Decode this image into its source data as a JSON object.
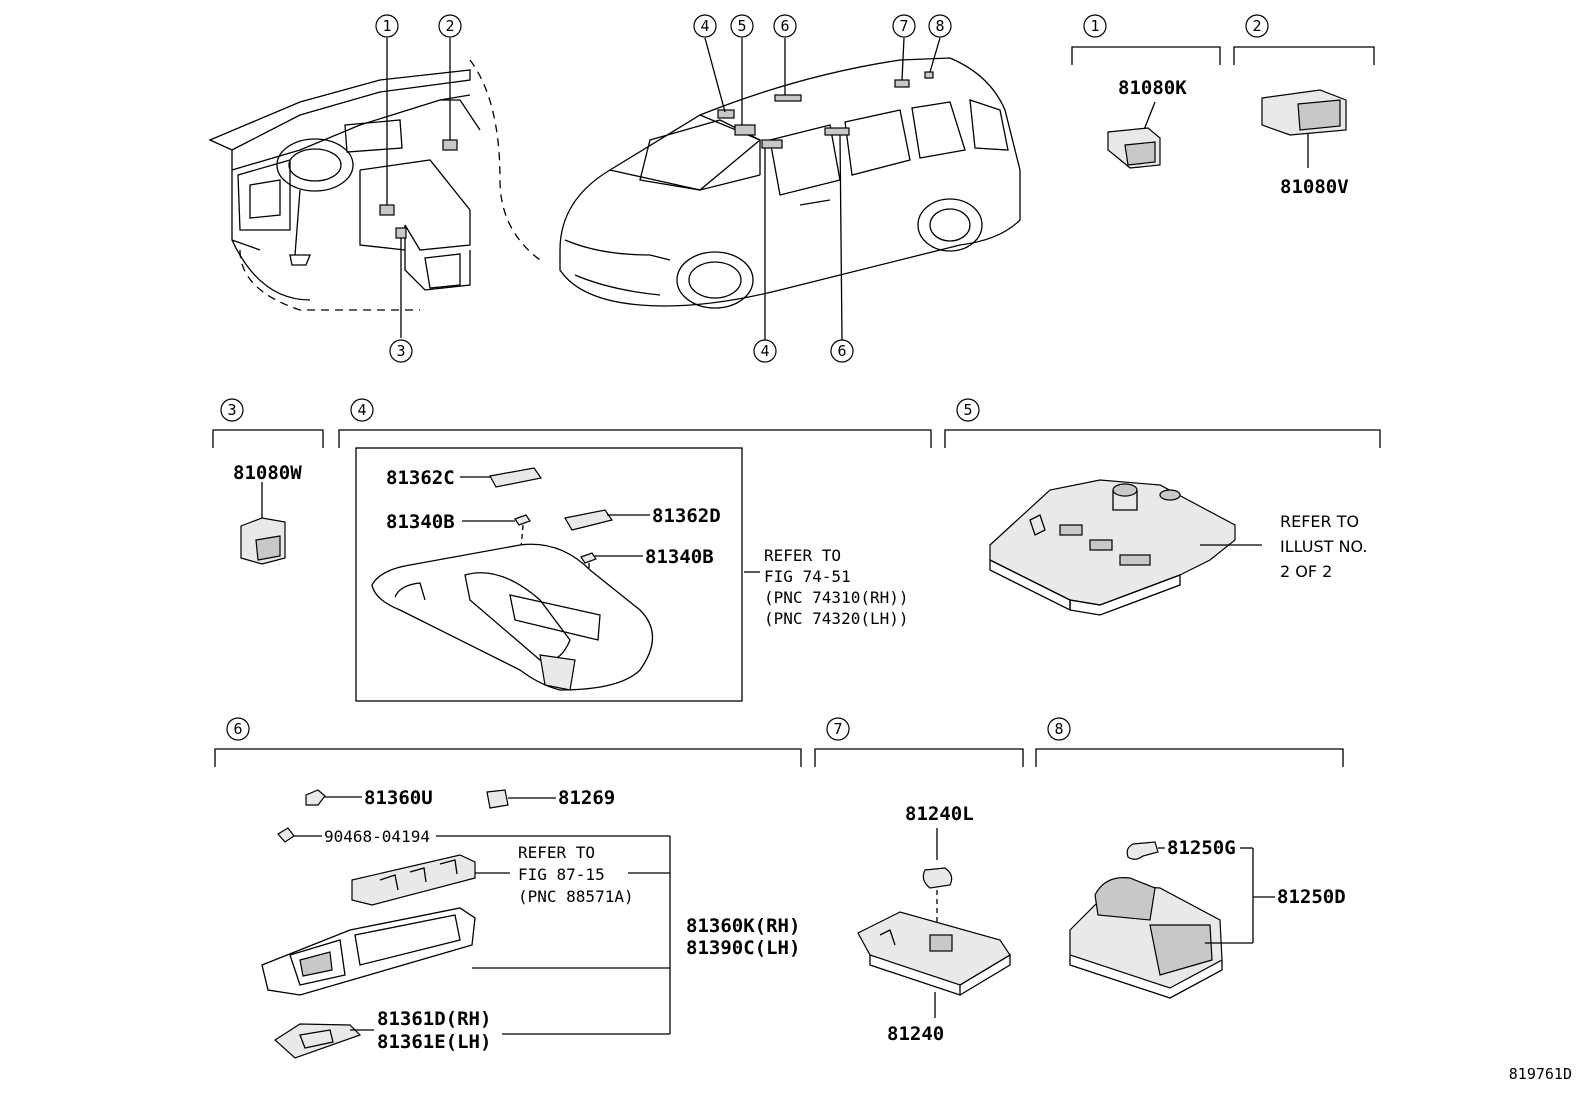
{
  "diagram_id": "819761D",
  "top_callouts": {
    "dash": [
      "1",
      "2",
      "3"
    ],
    "van_top": [
      "4",
      "5",
      "6",
      "7",
      "8"
    ],
    "van_bottom": [
      "4",
      "6"
    ]
  },
  "sections": {
    "s1": {
      "num": "1",
      "parts": [
        "81080K"
      ]
    },
    "s2": {
      "num": "2",
      "parts": [
        "81080V"
      ]
    },
    "s3": {
      "num": "3",
      "parts": [
        "81080W"
      ]
    },
    "s4": {
      "num": "4",
      "parts": [
        "81362C",
        "81340B",
        "81362D",
        "81340B"
      ],
      "refer": [
        "REFER TO",
        "FIG 74-51",
        "(PNC 74310(RH))",
        "(PNC 74320(LH))"
      ]
    },
    "s5": {
      "num": "5",
      "refer": [
        "REFER TO",
        "ILLUST NO.",
        "2 OF 2"
      ]
    },
    "s6": {
      "num": "6",
      "parts": [
        "81360U",
        "81269",
        "90468-04194",
        "81360K(RH)",
        "81390C(LH)",
        "81361D(RH)",
        "81361E(LH)"
      ],
      "refer": [
        "REFER TO",
        "FIG 87-15",
        "(PNC 88571A)"
      ]
    },
    "s7": {
      "num": "7",
      "parts": [
        "81240L",
        "81240"
      ]
    },
    "s8": {
      "num": "8",
      "parts": [
        "81250G",
        "81250D"
      ]
    }
  }
}
